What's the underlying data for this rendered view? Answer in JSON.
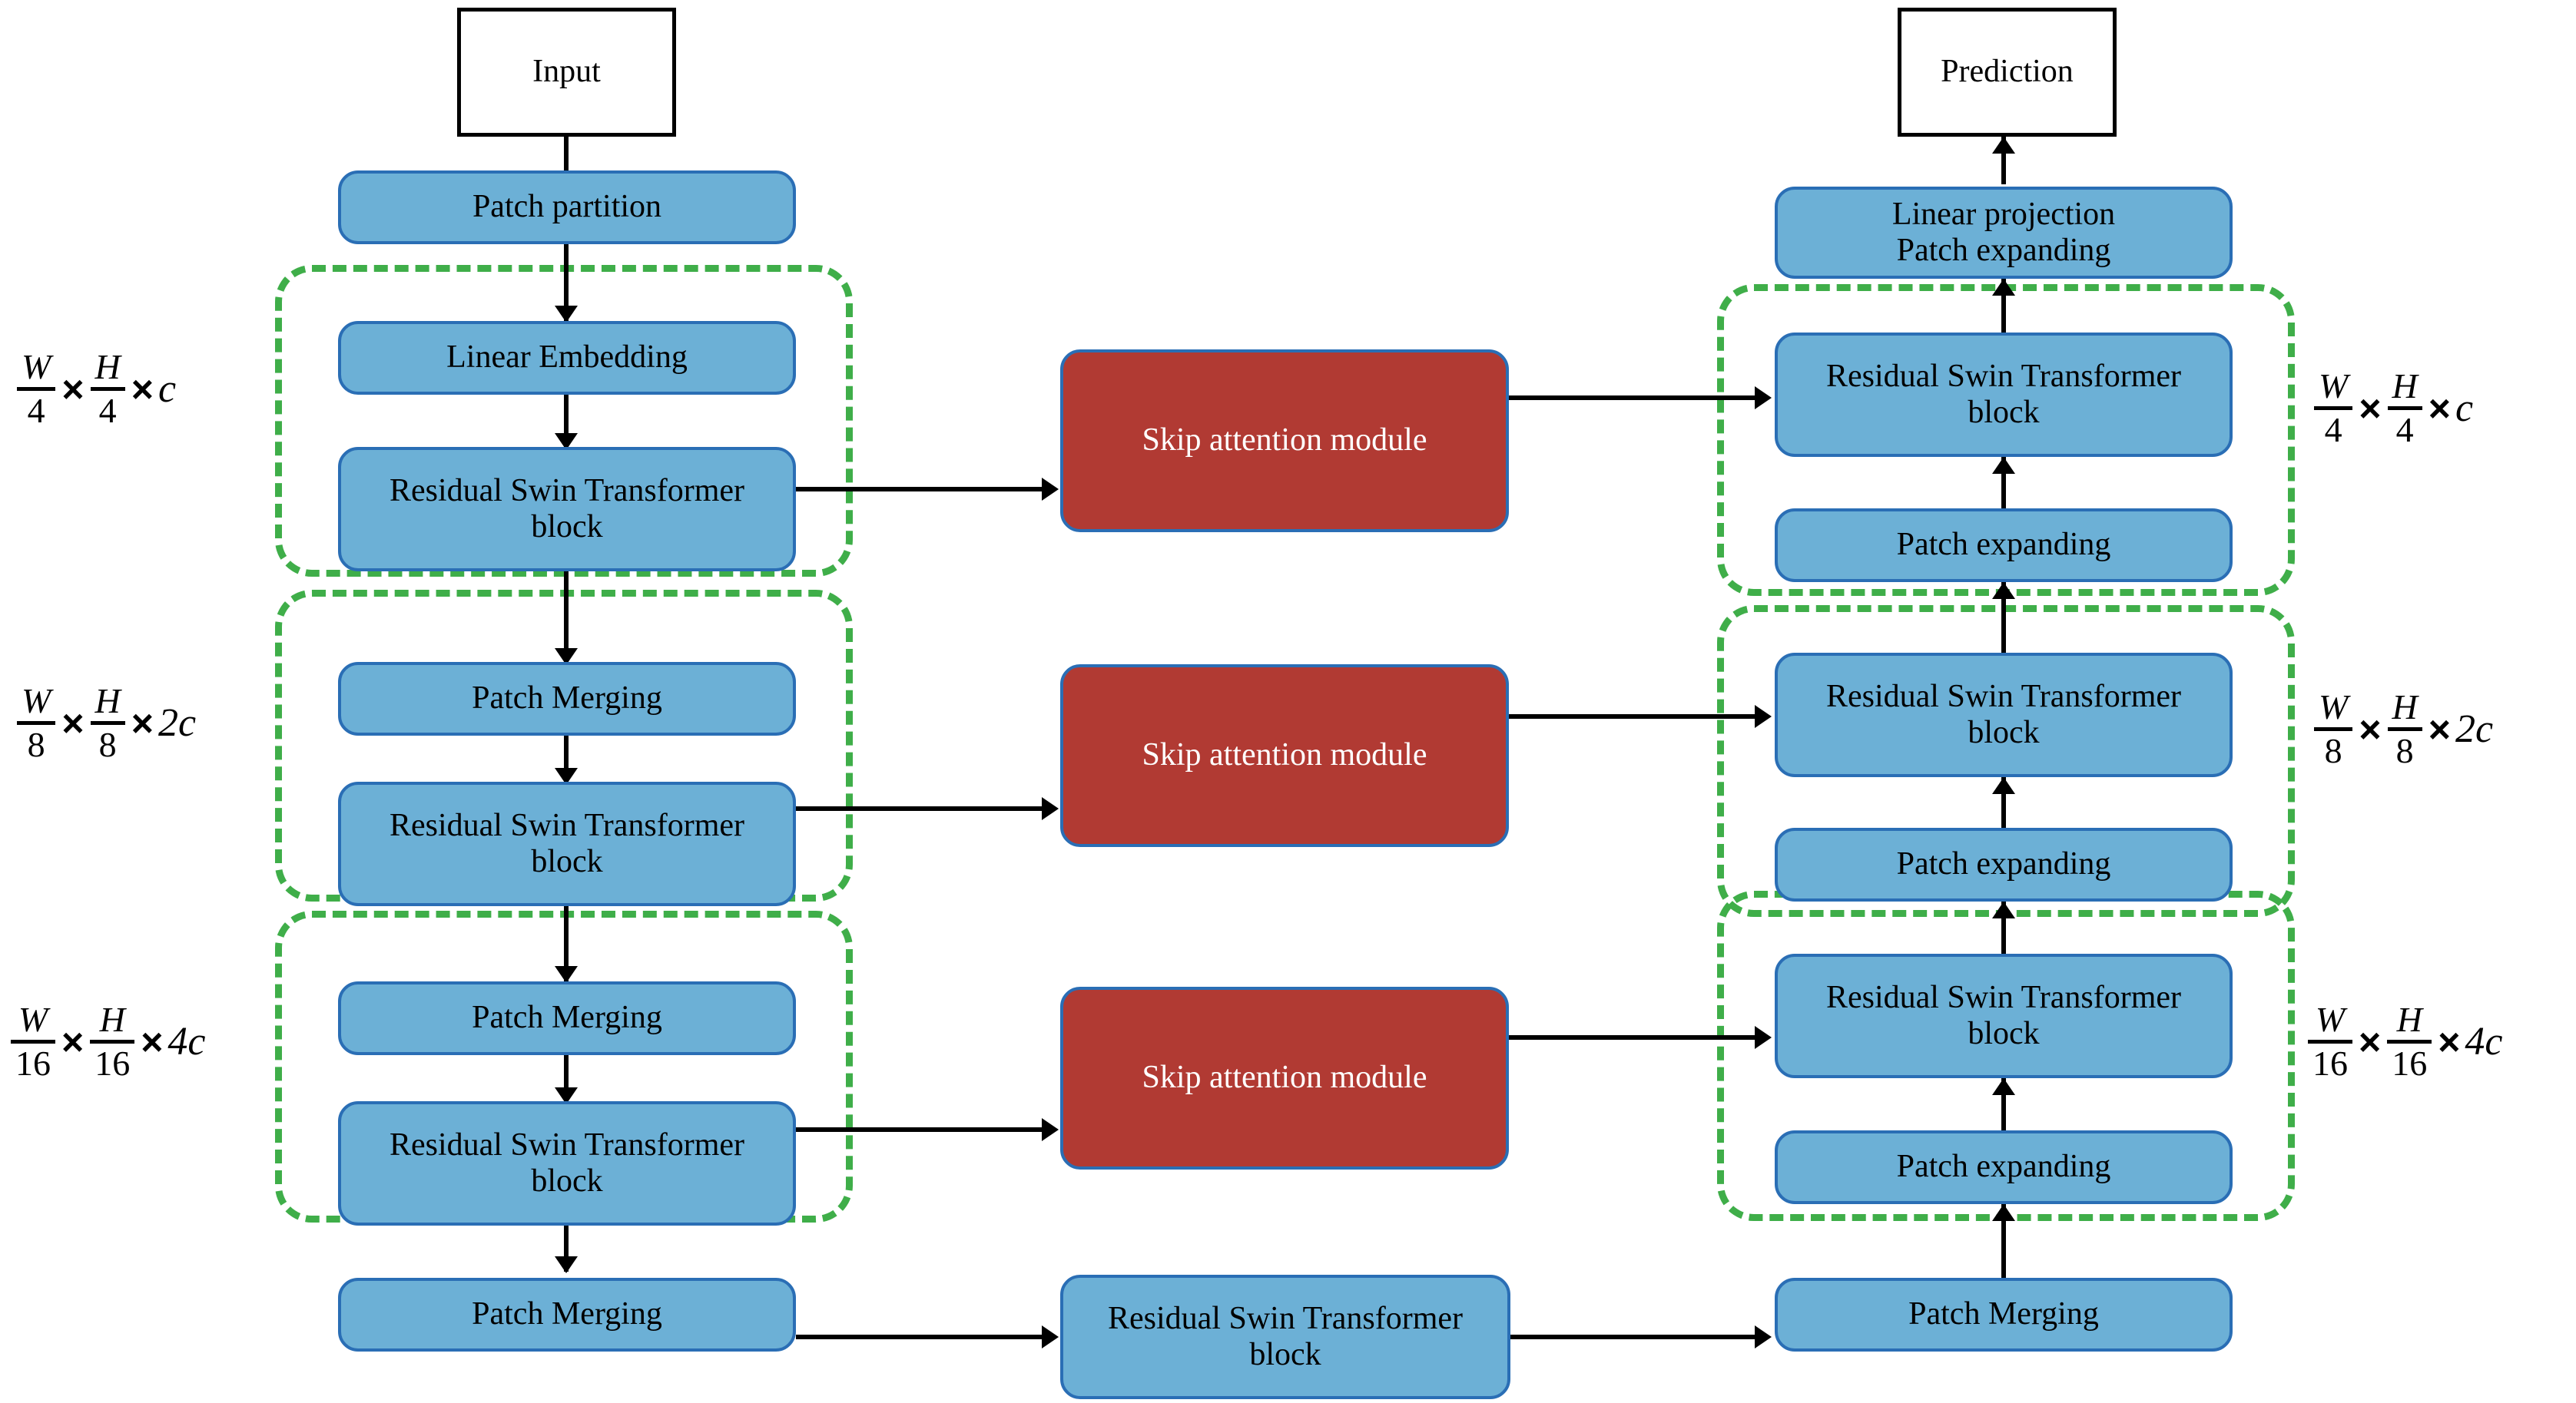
{
  "diagram": {
    "title": "Swin Transformer U-shaped network with skip attention modules",
    "colors": {
      "block_fill": "#6CB0D6",
      "block_border": "#2A6EB5",
      "skip_fill": "#B13A33",
      "stage_dash": "#3FAE49",
      "io_border": "#000000"
    }
  },
  "encoder": {
    "input": "Input",
    "patch_partition": "Patch partition",
    "stage1": {
      "embedding": "Linear Embedding",
      "rstb": "Residual Swin Transformer\nblock"
    },
    "stage2": {
      "merging": "Patch Merging",
      "rstb": "Residual Swin Transformer\nblock"
    },
    "stage3": {
      "merging": "Patch Merging",
      "rstb": "Residual Swin Transformer\nblock"
    },
    "bottom_merging": "Patch Merging"
  },
  "bottleneck": {
    "rstb": "Residual Swin Transformer\nblock"
  },
  "skip_modules": [
    {
      "label": "Skip attention module"
    },
    {
      "label": "Skip attention module"
    },
    {
      "label": "Skip attention module"
    }
  ],
  "decoder": {
    "prediction": "Prediction",
    "head": "Linear projection\nPatch expanding",
    "stage1": {
      "rstb": "Residual Swin Transformer\nblock",
      "expanding": "Patch expanding"
    },
    "stage2": {
      "rstb": "Residual Swin Transformer\nblock",
      "expanding": "Patch expanding"
    },
    "stage3": {
      "rstb": "Residual Swin Transformer\nblock",
      "expanding": "Patch expanding"
    },
    "bottom_merging": "Patch Merging"
  },
  "dimensions": {
    "left": [
      {
        "w_num": "W",
        "w_den": "4",
        "h_num": "H",
        "h_den": "4",
        "channels": "c"
      },
      {
        "w_num": "W",
        "w_den": "8",
        "h_num": "H",
        "h_den": "8",
        "channels": "2c"
      },
      {
        "w_num": "W",
        "w_den": "16",
        "h_num": "H",
        "h_den": "16",
        "channels": "4c"
      }
    ],
    "right": [
      {
        "w_num": "W",
        "w_den": "4",
        "h_num": "H",
        "h_den": "4",
        "channels": "c"
      },
      {
        "w_num": "W",
        "w_den": "8",
        "h_num": "H",
        "h_den": "8",
        "channels": "2c"
      },
      {
        "w_num": "W",
        "w_den": "16",
        "h_num": "H",
        "h_den": "16",
        "channels": "4c"
      }
    ],
    "times_symbol": "×"
  }
}
